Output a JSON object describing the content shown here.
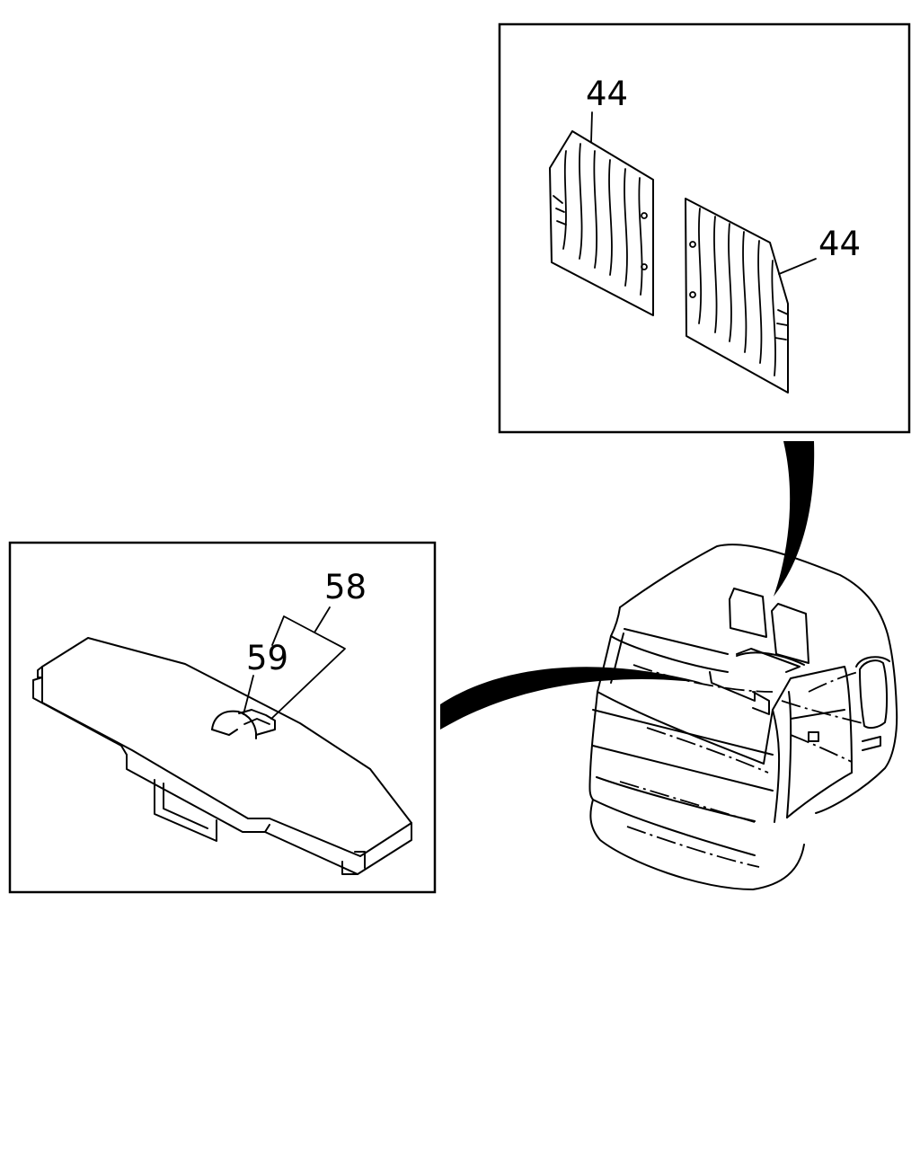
{
  "diagram": {
    "callouts": {
      "visor_left": "44",
      "visor_right": "44",
      "mirror_assembly": "58",
      "mirror_bracket": "59"
    },
    "colors": {
      "line": "#000000",
      "background": "#ffffff"
    }
  }
}
